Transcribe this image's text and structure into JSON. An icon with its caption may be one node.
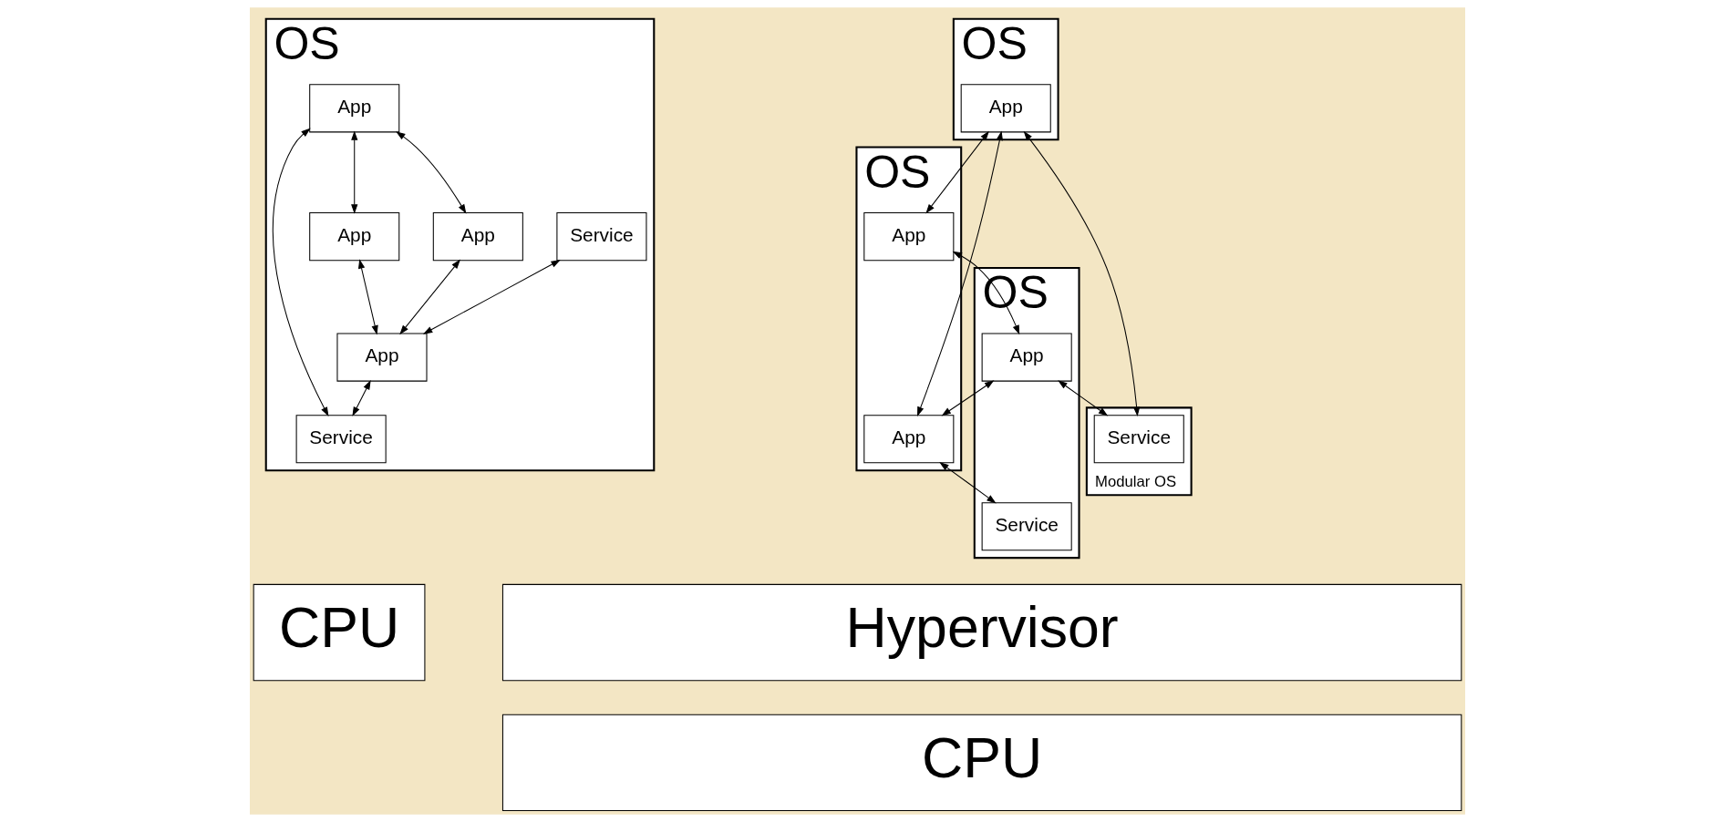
{
  "diagram": {
    "nodes": [
      {
        "text": [
          "OS"
        ]
      },
      {
        "text": [
          "App"
        ],
        "in": 0
      },
      {
        "text": [
          "App"
        ],
        "in": 0
      },
      {
        "text": [
          "App"
        ],
        "in": 0
      },
      {
        "text": [
          "App"
        ],
        "in": 0
      },
      {
        "text": [
          "Service"
        ],
        "in": 0
      },
      {
        "text": [
          "Service"
        ],
        "in": 0
      },
      {
        "text": [
          "CPU"
        ]
      },
      {
        "text": [
          "OS"
        ]
      },
      {
        "text": [
          "App"
        ],
        "in": 8
      },
      {
        "text": [
          "OS"
        ]
      },
      {
        "text": [
          "App"
        ],
        "in": 10
      },
      {
        "text": [
          "App"
        ],
        "in": 10
      },
      {
        "text": [
          "OS"
        ]
      },
      {
        "text": [
          "App"
        ],
        "in": 13
      },
      {
        "text": [
          "Service"
        ],
        "in": 13
      },
      {
        "text": [
          "Modular OS"
        ]
      },
      {
        "text": [
          "Service"
        ],
        "in": 16
      },
      {
        "text": [
          "Hypervisor"
        ]
      },
      {
        "text": [
          "CPU"
        ]
      }
    ],
    "edges": [
      {
        "from": 1,
        "to": 2,
        "arrow": "both"
      },
      {
        "from": 2,
        "to": 3,
        "arrow": "both"
      },
      {
        "from": 1,
        "to": 4,
        "arrow": "both"
      },
      {
        "from": 1,
        "to": 6,
        "arrow": "both"
      },
      {
        "from": 4,
        "to": 3,
        "arrow": "both"
      },
      {
        "from": 5,
        "to": 3,
        "arrow": "both"
      },
      {
        "from": 3,
        "to": 6,
        "arrow": "both"
      },
      {
        "from": 9,
        "to": 11,
        "arrow": "both"
      },
      {
        "from": 11,
        "to": 14,
        "arrow": "both"
      },
      {
        "from": 9,
        "to": 12,
        "arrow": "both"
      },
      {
        "from": 9,
        "to": 17,
        "arrow": "both"
      },
      {
        "from": 14,
        "to": 12,
        "arrow": "both"
      },
      {
        "from": 12,
        "to": 15,
        "arrow": "both"
      },
      {
        "from": 14,
        "to": 17,
        "arrow": "both"
      }
    ]
  }
}
